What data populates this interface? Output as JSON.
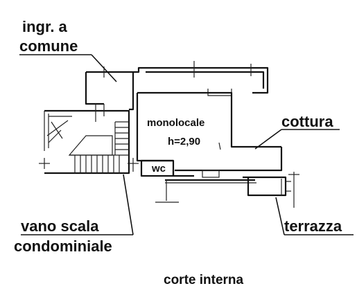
{
  "labels": {
    "entrance": [
      "ingr. a",
      "comune"
    ],
    "studio": "monolocale",
    "height": "h=2,90",
    "kitchen": "cottura",
    "wc": "wc",
    "stairwell": [
      "vano scala",
      "condominiale"
    ],
    "terrace": "terrazza",
    "courtyard": "corte interna"
  }
}
